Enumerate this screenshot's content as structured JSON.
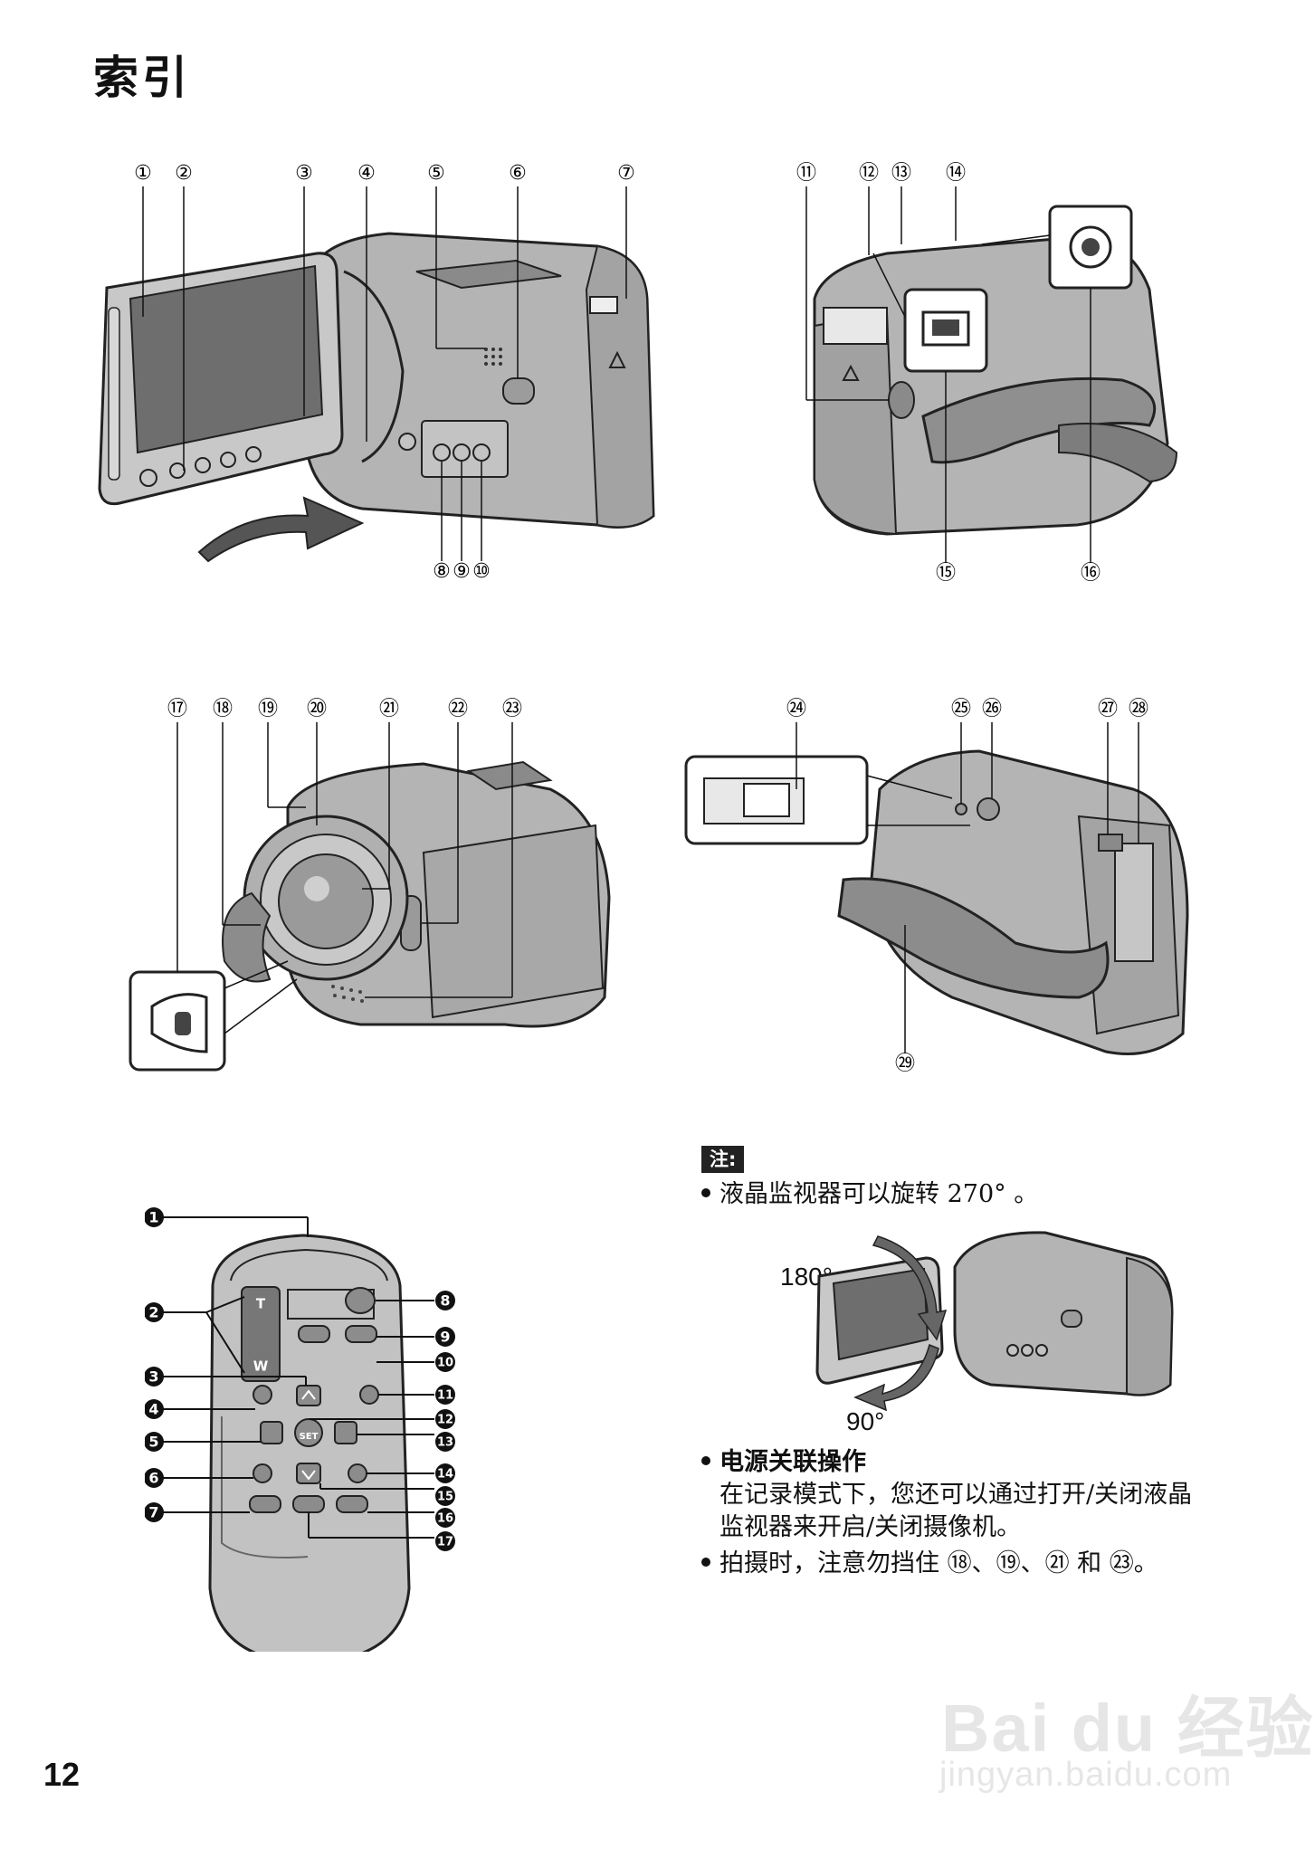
{
  "page": {
    "title": "索引",
    "page_number": "12"
  },
  "figure1": {
    "top_callouts": [
      "①",
      "②",
      "③",
      "④",
      "⑤",
      "⑥",
      "⑦"
    ],
    "bottom_callouts": [
      "⑧",
      "⑨",
      "⑩"
    ]
  },
  "figure2": {
    "top_callouts": [
      "⑪",
      "⑫",
      "⑬",
      "⑭"
    ],
    "bottom_callouts": [
      "⑮",
      "⑯"
    ]
  },
  "figure3": {
    "top_callouts": [
      "⑰",
      "⑱",
      "⑲",
      "⑳",
      "㉑",
      "㉒",
      "㉓"
    ]
  },
  "figure4": {
    "top_callouts": [
      "㉔",
      "㉕",
      "㉖",
      "㉗",
      "㉘"
    ],
    "bottom_callouts": [
      "㉙"
    ]
  },
  "remote": {
    "left_callouts": [
      "1",
      "2",
      "3",
      "4",
      "5",
      "6",
      "7"
    ],
    "right_callouts": [
      "8",
      "9",
      "10",
      "11",
      "12",
      "13",
      "14",
      "15",
      "16",
      "17"
    ],
    "zoom_t": "T",
    "zoom_w": "W",
    "set_label": "SET"
  },
  "notes": {
    "tag": "注:",
    "items": [
      {
        "text": "液晶监视器可以旋转 270° 。"
      },
      {
        "heading": "电源关联操作",
        "lines": [
          "在记录模式下，您还可以通过打开/关闭液晶",
          "监视器来开启/关闭摄像机。"
        ]
      },
      {
        "text": "拍摄时，注意勿挡住 ⑱、⑲、㉑ 和 ㉓。"
      }
    ],
    "angle_180": "180°",
    "angle_90": "90°"
  },
  "watermark": {
    "main": "Bai du 经验",
    "sub": "jingyan.baidu.com"
  },
  "colors": {
    "camera_body": "#b4b4b4",
    "camera_dark": "#7a7a7a",
    "screen": "#6e6e6e",
    "remote_body": "#c2c2c2",
    "remote_button": "#8c8c8c",
    "watermark": "#e6e6e6"
  }
}
